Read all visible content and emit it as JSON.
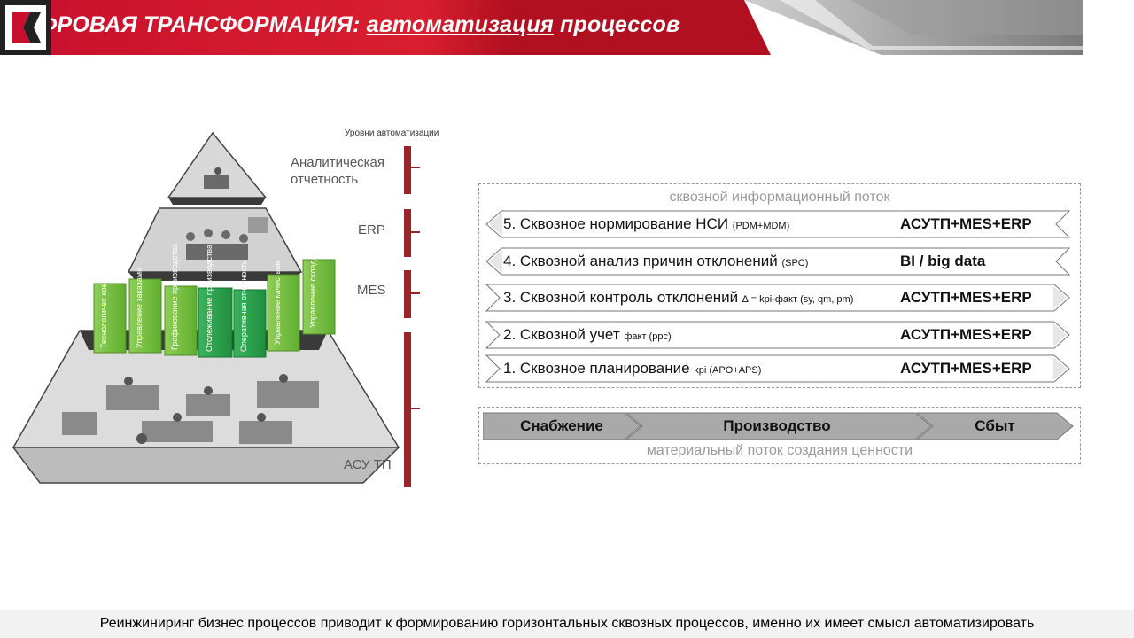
{
  "header": {
    "title_part1": "ЦИФРОВАЯ ТРАНСФОРМАЦИЯ:",
    "title_part2": "автоматизация",
    "title_part3": "процессов",
    "accent_color": "#c8102e"
  },
  "pyramid": {
    "levels_heading": "Уровни автоматизации",
    "levels": [
      "Аналитическая отчетность",
      "ERP",
      "MES",
      "АСУ ТП"
    ],
    "modules": [
      "Технологичес кое НСИ",
      "Управление заказами",
      "Графикование производства",
      "Отслеживание производства",
      "Оперативная отчетность",
      "Управление качеством",
      "Управление складами"
    ]
  },
  "info_flow": {
    "caption": "сквозной информационный поток",
    "rows": [
      {
        "main": "5. Сквозное нормирование НСИ",
        "note": "(PDM+MDM)",
        "system": "АСУТП+MES+ERP",
        "direction": "left"
      },
      {
        "main": "4. Сквозной анализ причин отклонений",
        "note": "(SPC)",
        "system": "BI / big data",
        "direction": "left"
      },
      {
        "main": "3. Сквозной контроль отклонений",
        "note": "∆ = kpi-факт (sy, qm, pm)",
        "system": "АСУТП+MES+ERP",
        "direction": "right"
      },
      {
        "main": "2. Сквозной учет",
        "note": "факт (ppc)",
        "system": "АСУТП+MES+ERP",
        "direction": "right"
      },
      {
        "main": "1. Сквозное планирование",
        "note": "kpi (APO+APS)",
        "system": "АСУТП+MES+ERP",
        "direction": "right"
      }
    ]
  },
  "material_flow": {
    "caption": "материальный поток создания ценности",
    "stages": [
      "Снабжение",
      "Производство",
      "Сбыт"
    ]
  },
  "footer": {
    "text": "Реинжиниринг бизнес процессов приводит к формированию горизонтальных сквозных процессов, именно их имеет смысл автоматизировать"
  }
}
